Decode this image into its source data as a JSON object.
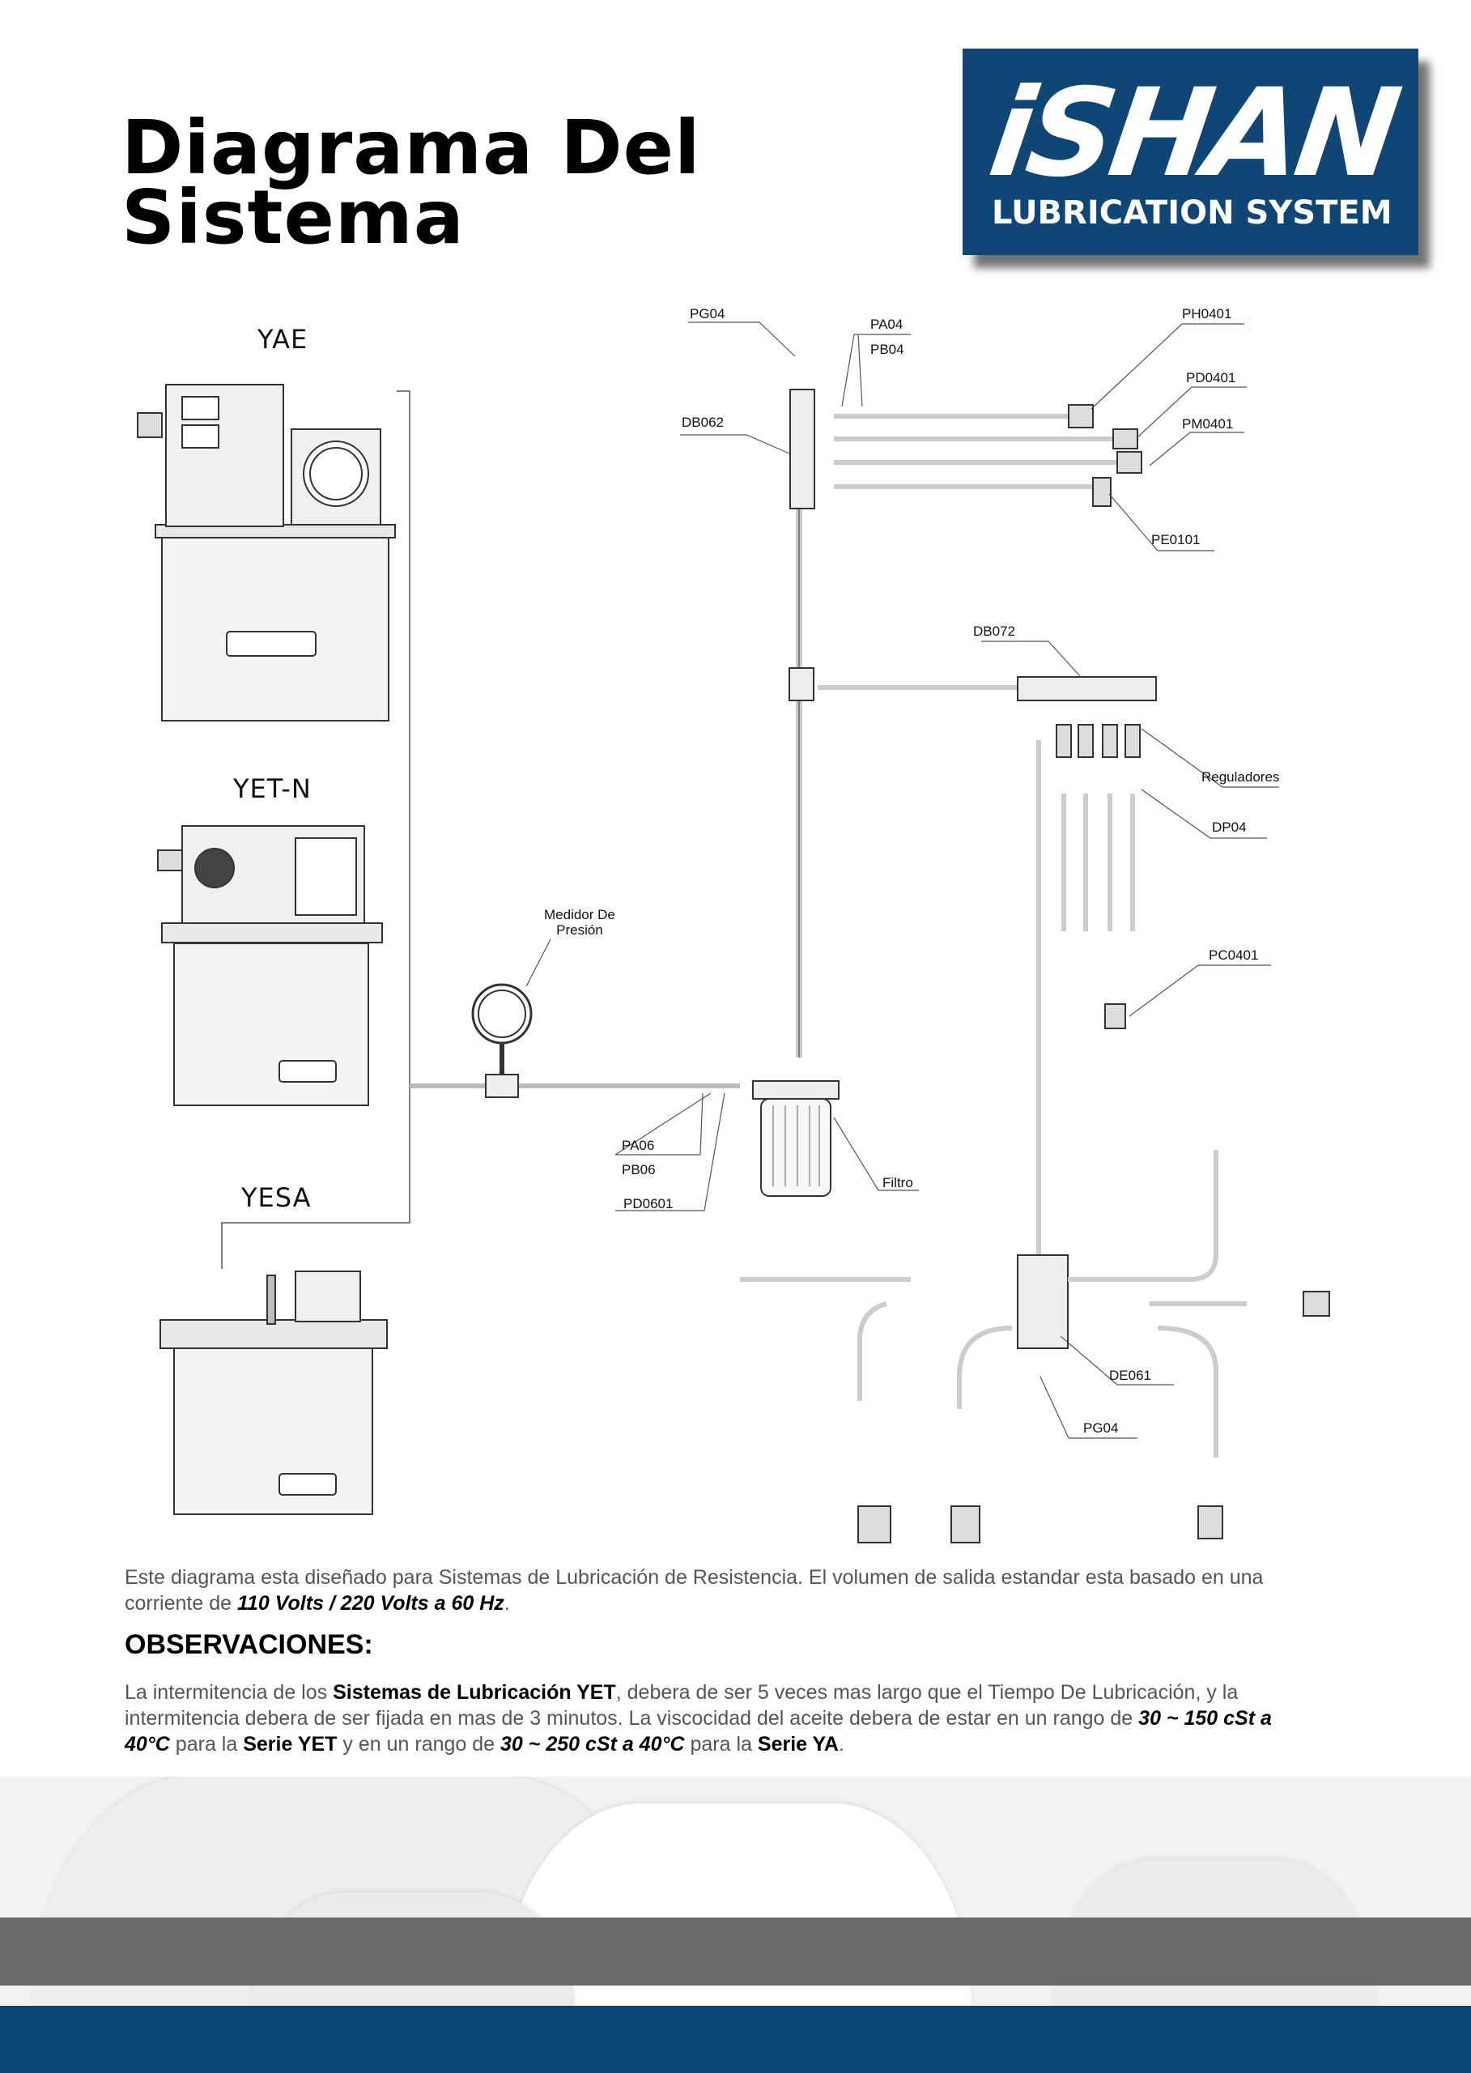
{
  "header": {
    "title_line1": "Diagrama Del",
    "title_line2": "Sistema"
  },
  "logo": {
    "brand": "iSHAN",
    "tagline": "LUBRICATION SYSTEM",
    "color": "#0f4676"
  },
  "machines": [
    {
      "label": "YAE"
    },
    {
      "label": "YET-N"
    },
    {
      "label": "YESA"
    }
  ],
  "parts": {
    "pg04_top": "PG04",
    "pa04": "PA04",
    "pb04": "PB04",
    "db062": "DB062",
    "ph0401": "PH0401",
    "pd0401": "PD0401",
    "pm0401": "PM0401",
    "pe0101": "PE0101",
    "db072": "DB072",
    "reguladores": "Reguladores",
    "dp04": "DP04",
    "pc0401": "PC0401",
    "medidor_line1": "Medidor De",
    "medidor_line2": "Presión",
    "pa06": "PA06",
    "pb06": "PB06",
    "pd0601": "PD0601",
    "filtro": "Filtro",
    "de061": "DE061",
    "pg04_bottom": "PG04"
  },
  "description": {
    "text": "Este diagrama esta diseñado para Sistemas de Lubricación de Resistencia. El volumen de salida estandar esta basado en una corriente de ",
    "bold": "110 Volts / 220 Volts a 60 Hz",
    "end": "."
  },
  "observations": {
    "heading": "OBSERVACIONES:",
    "t1": "La intermitencia de los ",
    "b1": "Sistemas de Lubricación YET",
    "t2": ", debera de ser 5 veces mas largo que el Tiempo De Lubricación, y la intermitencia debera de ser fijada en mas de 3 minutos. La viscocidad del aceite debera de estar en un rango de ",
    "b2": "30 ~ 150 cSt a 40°C",
    "t3": " para la ",
    "b3": "Serie YET",
    "t4": " y en un rango de ",
    "b4": "30 ~ 250 cSt a 40°C",
    "t5": " para la ",
    "b5": "Serie YA",
    "t6": "."
  }
}
